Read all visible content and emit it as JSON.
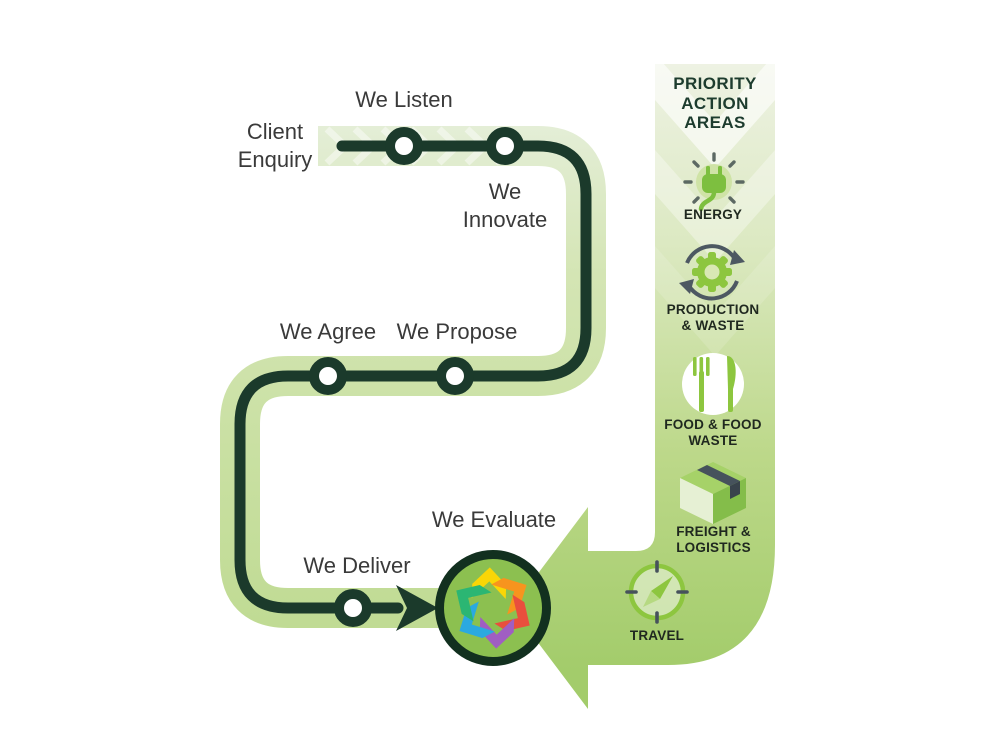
{
  "journey": {
    "start_label": "Client Enquiry",
    "steps": {
      "listen": "We Listen",
      "innovate": "We Innovate",
      "propose": "We Propose",
      "agree": "We Agree",
      "deliver": "We Deliver",
      "evaluate": "We Evaluate"
    }
  },
  "sidebar": {
    "title": "PRIORITY ACTION AREAS",
    "items": [
      {
        "label": "ENERGY",
        "icon": "energy-plug-icon"
      },
      {
        "label": "PRODUCTION & WASTE",
        "icon": "production-gear-icon"
      },
      {
        "label": "FOOD & FOOD WASTE",
        "icon": "food-plate-icon"
      },
      {
        "label": "FREIGHT & LOGISTICS",
        "icon": "freight-box-icon"
      },
      {
        "label": "TRAVEL",
        "icon": "travel-compass-icon"
      }
    ]
  },
  "colors": {
    "path_dark": "#1b3a2b",
    "band_light": "#cde2a6",
    "sidebar_top": "#edf1e3",
    "sidebar_bottom": "#a3cc6b",
    "icon_green": "#8dc63f",
    "logo_colors": [
      "#f9d606",
      "#f7941e",
      "#e94f3d",
      "#a05ec2",
      "#2ba9e0",
      "#2bb673"
    ]
  }
}
